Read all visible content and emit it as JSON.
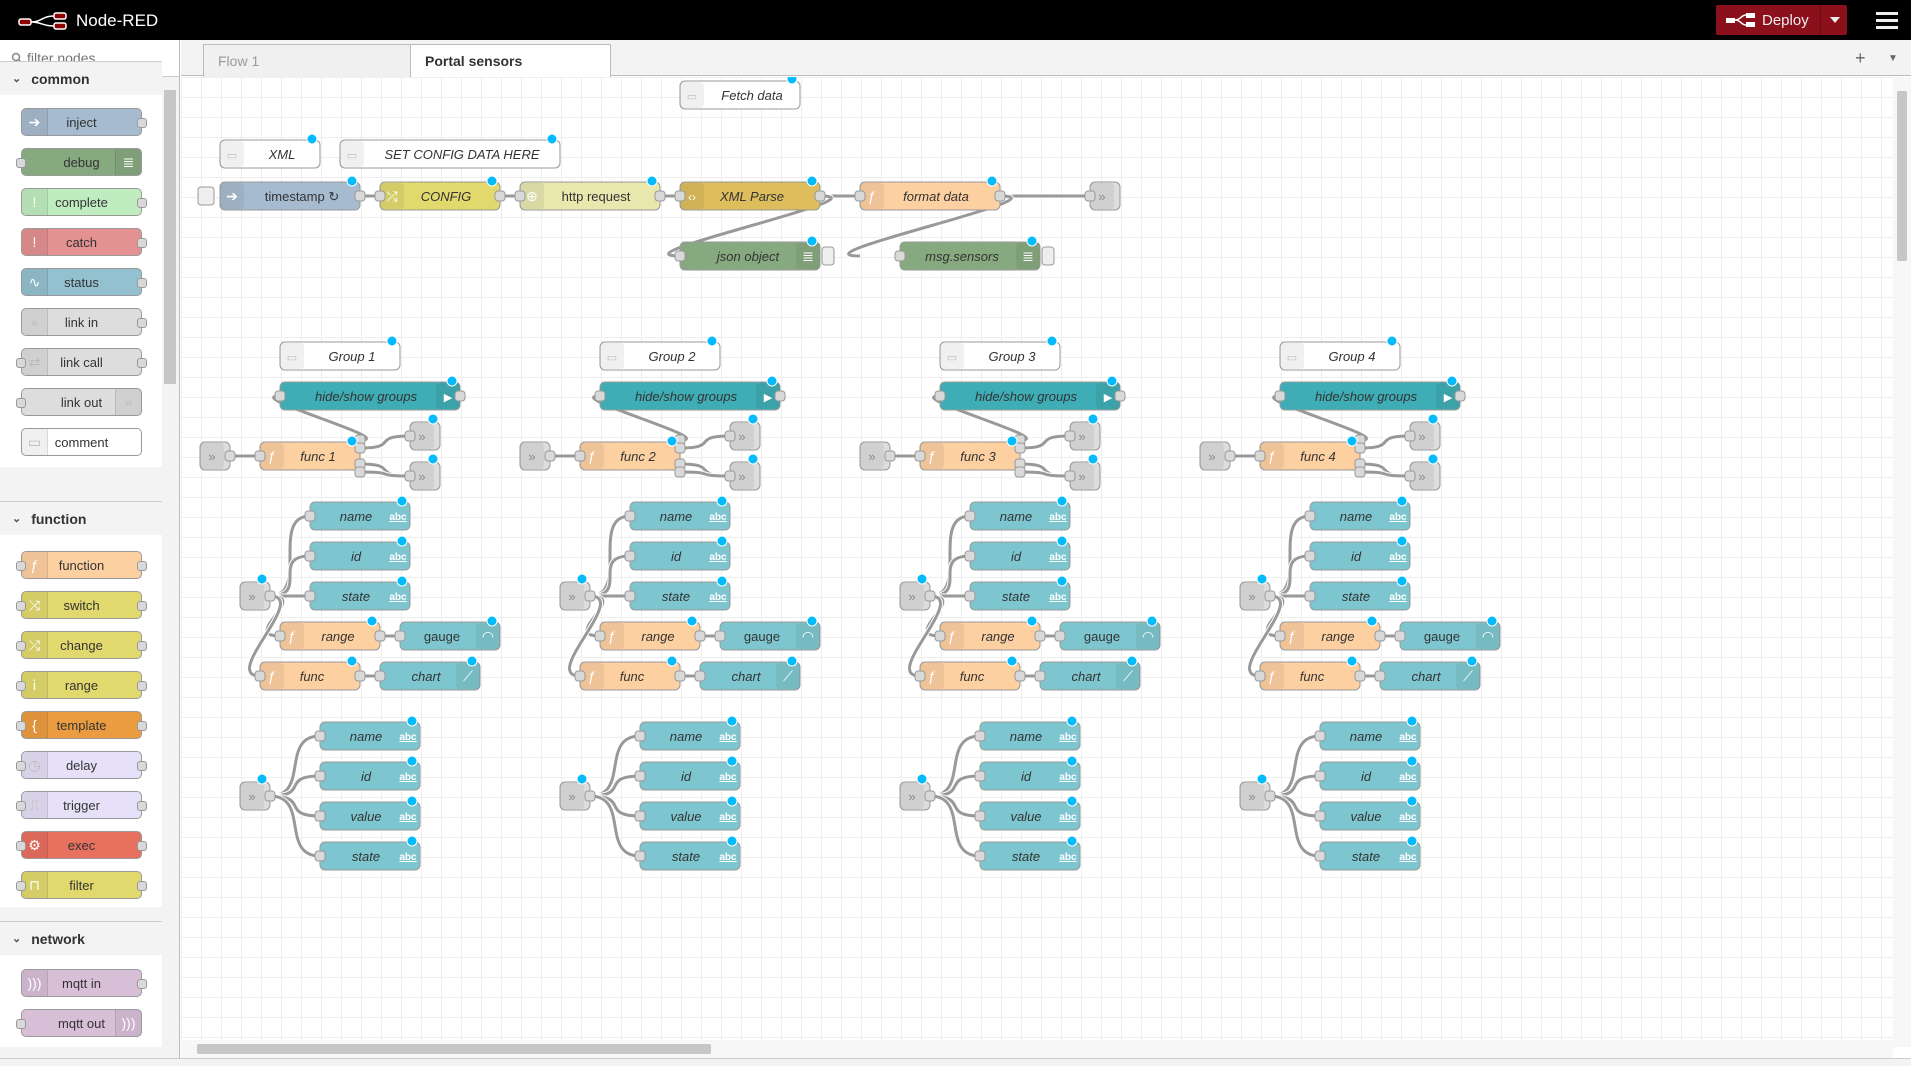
{
  "app": {
    "title": "Node-RED"
  },
  "header": {
    "deploy_label": "Deploy"
  },
  "palette": {
    "search_placeholder": "filter nodes",
    "categories": [
      {
        "name": "common",
        "nodes": [
          {
            "label": "inject",
            "color": "#a6bbcf",
            "icon": "inject-arrow-icon",
            "side": "l",
            "in": false,
            "out": true
          },
          {
            "label": "debug",
            "color": "#87a980",
            "icon": "debug-list-icon",
            "side": "r",
            "in": true,
            "out": false
          },
          {
            "label": "complete",
            "color": "#c0edc0",
            "icon": "exclamation-icon",
            "side": "l",
            "in": false,
            "out": true
          },
          {
            "label": "catch",
            "color": "#e49191",
            "icon": "exclamation-icon",
            "side": "l",
            "in": false,
            "out": true
          },
          {
            "label": "status",
            "color": "#94c1d0",
            "icon": "pulse-icon",
            "side": "l",
            "in": false,
            "out": true
          },
          {
            "label": "link in",
            "color": "#dddddd",
            "icon": "link-in-icon",
            "side": "l",
            "in": false,
            "out": true
          },
          {
            "label": "link call",
            "color": "#dddddd",
            "icon": "link-call-icon",
            "side": "l",
            "in": true,
            "out": true
          },
          {
            "label": "link out",
            "color": "#dddddd",
            "icon": "link-out-icon",
            "side": "r",
            "in": true,
            "out": false
          },
          {
            "label": "comment",
            "color": "#ffffff",
            "icon": "comment-icon",
            "side": "l",
            "in": false,
            "out": false
          }
        ]
      },
      {
        "name": "function",
        "nodes": [
          {
            "label": "function",
            "color": "#fdd0a2",
            "icon": "function-icon",
            "side": "l",
            "in": true,
            "out": true
          },
          {
            "label": "switch",
            "color": "#e2d96e",
            "icon": "switch-icon",
            "side": "l",
            "in": true,
            "out": true
          },
          {
            "label": "change",
            "color": "#e2d96e",
            "icon": "shuffle-icon",
            "side": "l",
            "in": true,
            "out": true
          },
          {
            "label": "range",
            "color": "#e2d96e",
            "icon": "range-icon",
            "side": "l",
            "in": true,
            "out": true
          },
          {
            "label": "template",
            "color": "#ec9c40",
            "icon": "template-icon",
            "side": "l",
            "in": true,
            "out": true
          },
          {
            "label": "delay",
            "color": "#e6e0f8",
            "icon": "timer-icon",
            "side": "l",
            "in": true,
            "out": true
          },
          {
            "label": "trigger",
            "color": "#e6e0f8",
            "icon": "trigger-icon",
            "side": "l",
            "in": true,
            "out": true
          },
          {
            "label": "exec",
            "color": "#e8705f",
            "icon": "cog-icon",
            "side": "l",
            "in": true,
            "out": true
          },
          {
            "label": "filter",
            "color": "#e2d96e",
            "icon": "filter-icon",
            "side": "l",
            "in": true,
            "out": true
          }
        ]
      },
      {
        "name": "network",
        "nodes": [
          {
            "label": "mqtt in",
            "color": "#d8bfd8",
            "icon": "mqtt-icon",
            "side": "l",
            "in": false,
            "out": true
          },
          {
            "label": "mqtt out",
            "color": "#d8bfd8",
            "icon": "mqtt-icon",
            "side": "r",
            "in": true,
            "out": false
          }
        ]
      }
    ]
  },
  "tabs": [
    {
      "label": "Flow 1",
      "active": false
    },
    {
      "label": "Portal sensors",
      "active": true
    }
  ],
  "flow": {
    "comments_top": [
      "Fetch data",
      "XML",
      "SET CONFIG DATA HERE"
    ],
    "main_row": [
      "timestamp ↻",
      "CONFIG",
      "http request",
      "XML Parse",
      "format data"
    ],
    "debug_nodes": [
      "json object",
      "msg.sensors"
    ],
    "groups": [
      {
        "title": "Group 1",
        "hide_show": "hide/show groups",
        "func": "func 1"
      },
      {
        "title": "Group 2",
        "hide_show": "hide/show groups",
        "func": "func 2"
      },
      {
        "title": "Group 3",
        "hide_show": "hide/show groups",
        "func": "func 3"
      },
      {
        "title": "Group 4",
        "hide_show": "hide/show groups",
        "func": "func 4"
      }
    ],
    "text_nodes_a": [
      "name",
      "id",
      "state"
    ],
    "range_label": "range",
    "func_label": "func",
    "gauge_label": "gauge",
    "chart_label": "chart",
    "text_nodes_b": [
      "name",
      "id",
      "value",
      "state"
    ],
    "abc_icon": "abc"
  },
  "colors": {
    "header": "#000000",
    "deploy": "#8c101c",
    "node_inject": "#a6bbcf",
    "node_change": "#e2d96e",
    "node_http": "#e7e7ae",
    "node_xml": "#debd5c",
    "node_function": "#fdd0a2",
    "node_debug": "#87a980",
    "node_dashboard": "#3fadb5",
    "node_text": "#7ec6cf",
    "node_link": "#dddddd",
    "changed_dot": "#00bcff",
    "wire": "#999999"
  }
}
